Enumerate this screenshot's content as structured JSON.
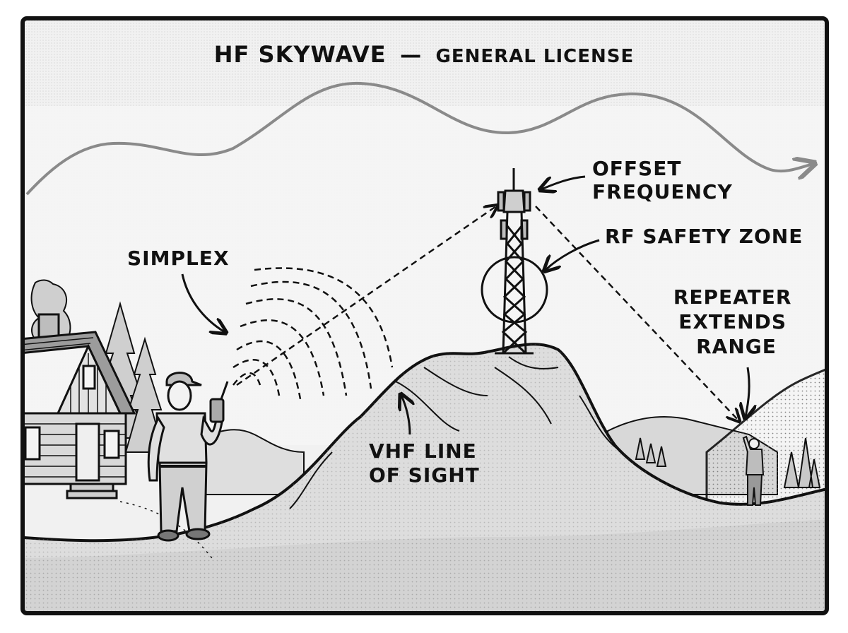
{
  "title": {
    "main": "HF SKYWAVE",
    "dash": "—",
    "sub": "GENERAL LICENSE"
  },
  "labels": {
    "simplex": "SIMPLEX",
    "offset_line1": "OFFSET",
    "offset_line2": "FREQUENCY",
    "rf_safety": "RF SAFETY ZONE",
    "repeater_line1": "REPEATER",
    "repeater_line2": "EXTENDS",
    "repeater_line3": "RANGE",
    "vhf_line1": "VHF LINE",
    "vhf_line2": "OF SIGHT"
  },
  "colors": {
    "ink": "#111111",
    "sky": "#ececec",
    "skywave": "#8a8a8a",
    "ground": "#d4d4d4",
    "hill": "#e1e1e1",
    "background_hills": "#dcdcdc"
  }
}
